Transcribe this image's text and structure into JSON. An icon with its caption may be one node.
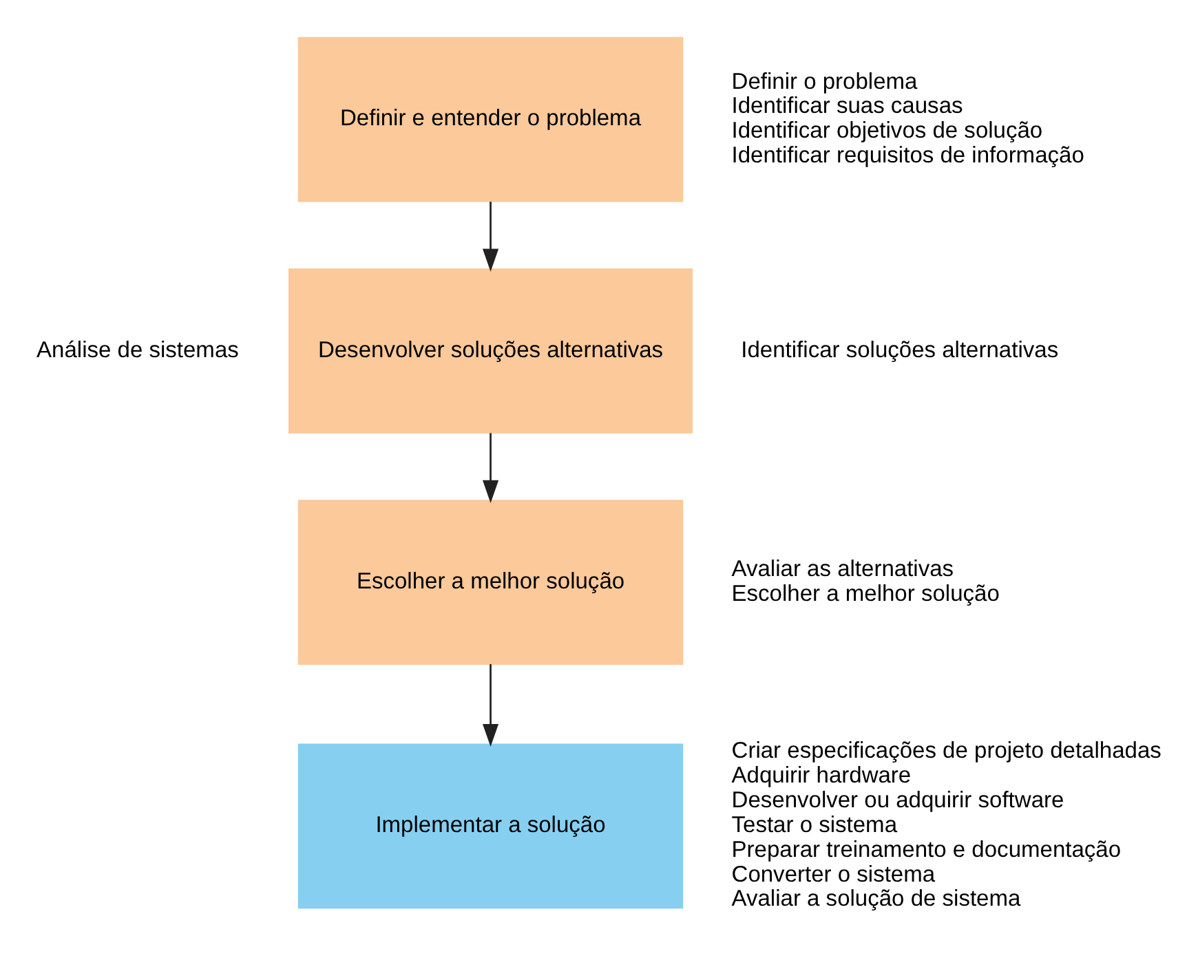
{
  "diagram": {
    "nodes": [
      {
        "text": [
          "Definir e entender o problema"
        ],
        "beside": [
          "Definir o problema",
          "Identificar suas causas",
          "Identificar objetivos de solução",
          "Identificar requisitos de informação"
        ]
      },
      {
        "text": [
          "Desenvolver soluções alternativas"
        ],
        "beside": [
          "Identificar soluções alternativas"
        ]
      },
      {
        "text": [
          "Escolher a melhor solução"
        ],
        "beside": [
          "Avaliar as alternativas",
          "Escolher a melhor solução"
        ]
      },
      {
        "text": [
          "Implementar a solução"
        ],
        "beside": [
          "Criar especificações de projeto detalhadas",
          "Adquirir hardware",
          "Desenvolver ou adquirir software",
          "Testar o sistema",
          "Preparar treinamento e documentação",
          "Converter o sistema",
          "Avaliar a solução de sistema"
        ]
      }
    ],
    "edges": [
      {
        "from": 0,
        "to": 1,
        "arrow": "to"
      },
      {
        "from": 1,
        "to": 2,
        "arrow": "to"
      },
      {
        "from": 2,
        "to": 3,
        "arrow": "to"
      }
    ],
    "labels": [
      "Análise de sistemas"
    ]
  }
}
